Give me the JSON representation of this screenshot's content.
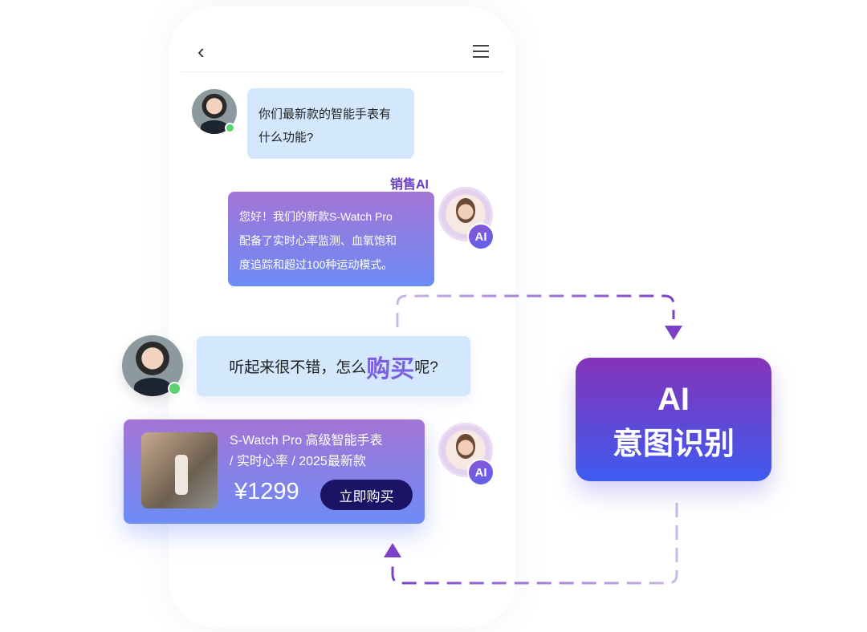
{
  "header": {
    "back_icon": "chevron-left-icon",
    "menu_icon": "hamburger-menu-icon"
  },
  "messages": [
    {
      "sender": "user",
      "text_lines": [
        "你们最新款的智能手表有",
        "什么功能?"
      ]
    },
    {
      "sender": "ai",
      "name": "销售AI",
      "badge": "AI",
      "text_lines": [
        "您好！我们的新款S-Watch Pro",
        "配备了实时心率监测、血氧饱和",
        "度追踪和超过100种运动模式。"
      ]
    },
    {
      "sender": "user",
      "text_before": "听起来很不错，怎么",
      "highlight": "购买",
      "text_after": "呢?"
    },
    {
      "sender": "ai",
      "badge": "AI",
      "product": {
        "title_lines": [
          "S-Watch Pro 高级智能手表",
          "/ 实时心率 / 2025最新款"
        ],
        "price": "¥1299",
        "buy_label": "立即购买"
      }
    }
  ],
  "intent_box": {
    "line1": "AI",
    "line2": "意图识别"
  },
  "colors": {
    "accent": "#7b3fc8",
    "user_bubble": "#d3e7fd",
    "online": "#5bd36f",
    "buy_button": "#1c1366"
  }
}
